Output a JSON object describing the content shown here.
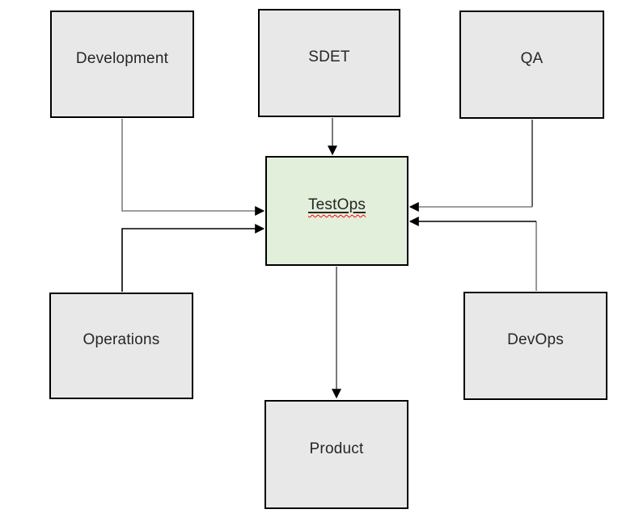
{
  "diagram": {
    "nodes": [
      {
        "id": "development",
        "label": "Development"
      },
      {
        "id": "sdet",
        "label": "SDET"
      },
      {
        "id": "qa",
        "label": "QA"
      },
      {
        "id": "testops",
        "label": "TestOps",
        "highlighted": true,
        "spellcheck_squiggle": true
      },
      {
        "id": "operations",
        "label": "Operations"
      },
      {
        "id": "devops",
        "label": "DevOps"
      },
      {
        "id": "product",
        "label": "Product"
      }
    ],
    "edges": [
      {
        "from": "development",
        "to": "testops"
      },
      {
        "from": "sdet",
        "to": "testops"
      },
      {
        "from": "qa",
        "to": "testops"
      },
      {
        "from": "operations",
        "to": "testops"
      },
      {
        "from": "devops",
        "to": "testops"
      },
      {
        "from": "testops",
        "to": "product"
      }
    ],
    "colors": {
      "node_fill": "#e8e8e8",
      "center_node_fill": "#e2efda",
      "node_border": "#000000",
      "label_text": "#262626",
      "connector_gray": "#7f7f7f",
      "connector_medium": "#595959",
      "connector_dark": "#000000",
      "arrowhead": "#000000",
      "spellcheck_squiggle": "#ff0000"
    }
  }
}
